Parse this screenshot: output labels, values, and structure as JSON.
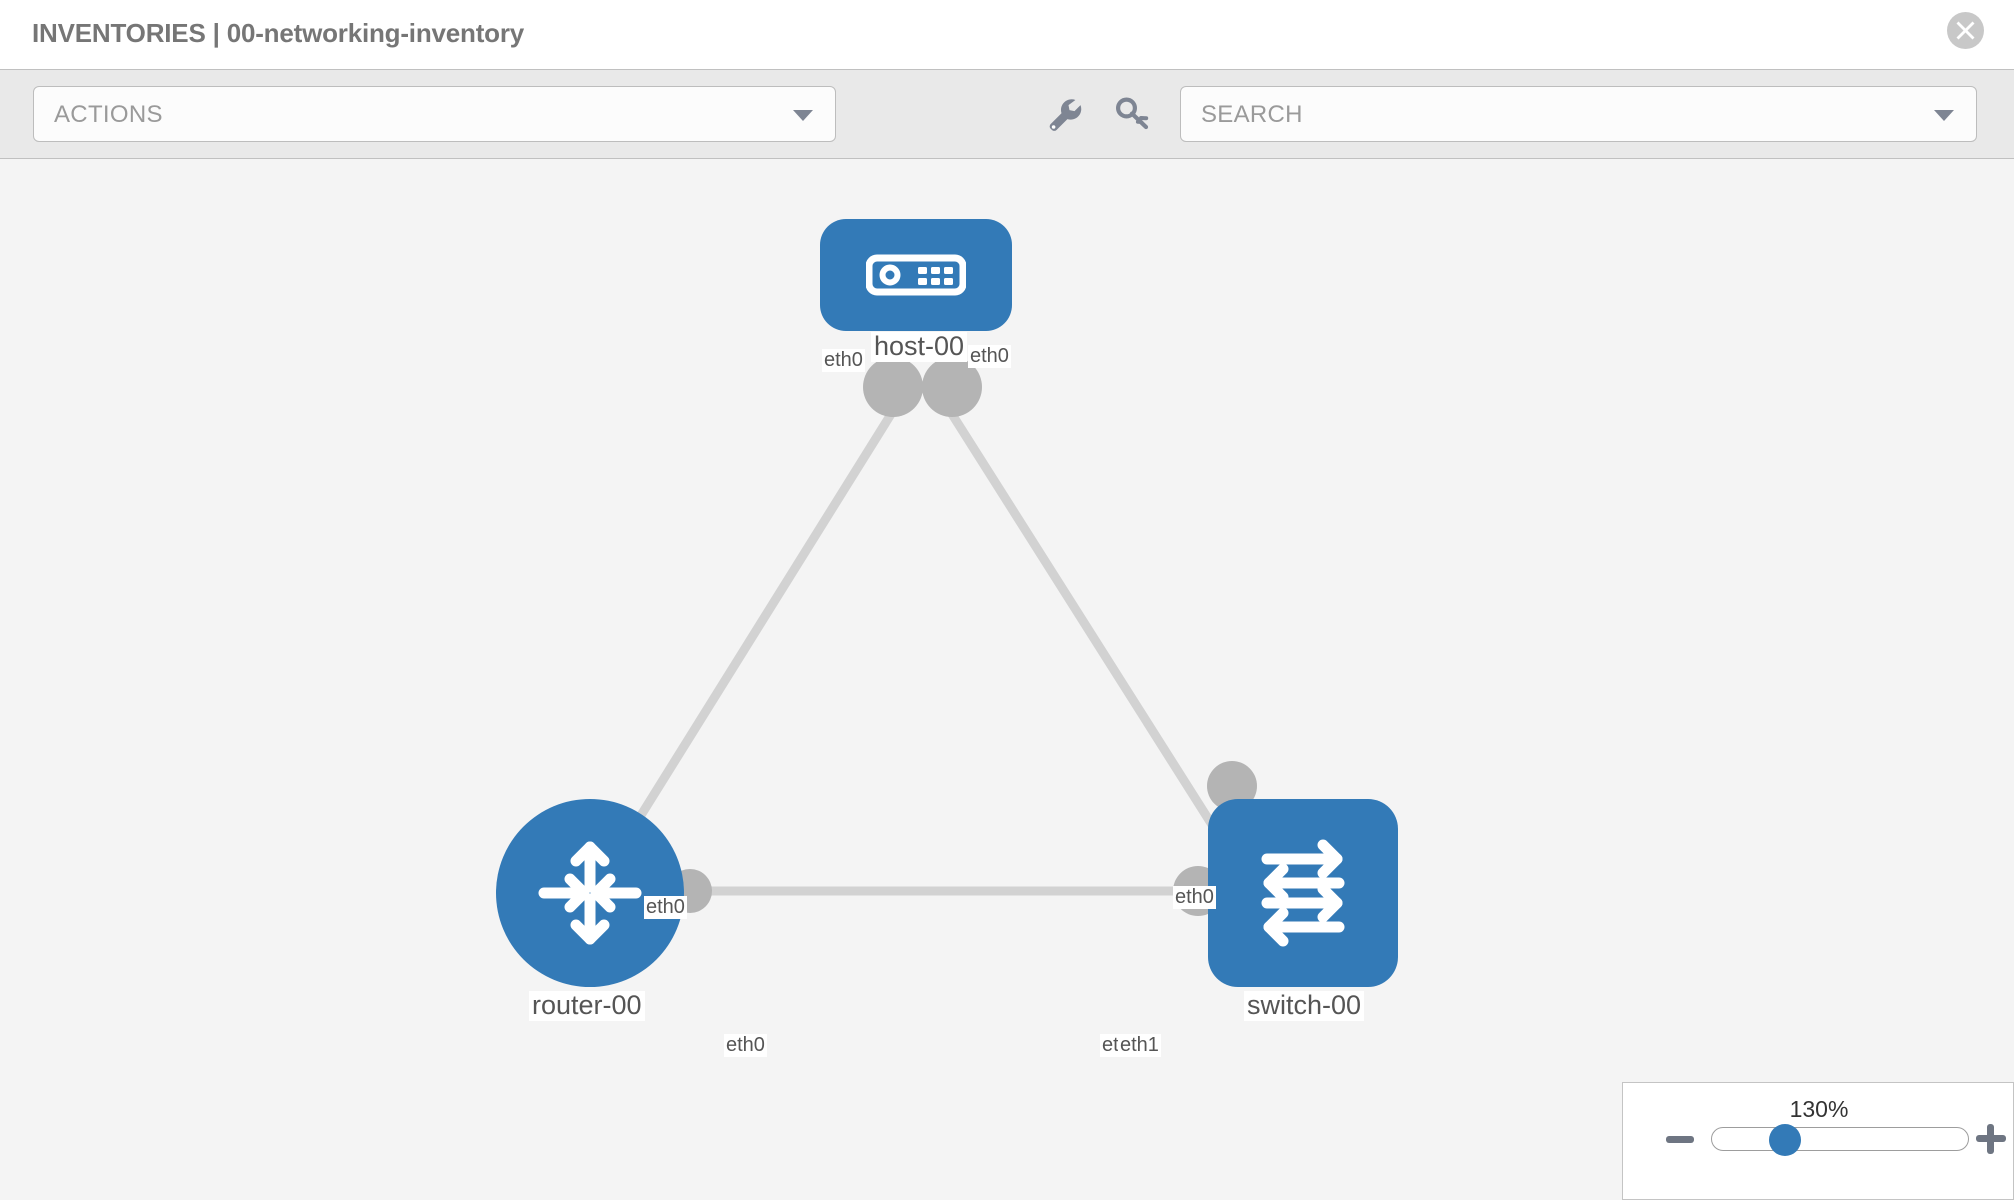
{
  "header": {
    "title": "INVENTORIES | 00-networking-inventory",
    "close_icon": "close-circle-icon"
  },
  "toolbar": {
    "actions_label": "ACTIONS",
    "actions_caret_icon": "chevron-down-icon",
    "wrench_icon": "wrench-icon",
    "key_icon": "key-icon",
    "search_placeholder": "SEARCH",
    "search_value": "SEARCH",
    "search_caret_icon": "chevron-down-icon"
  },
  "topology": {
    "nodes": [
      {
        "id": "host-00",
        "label": "host-00",
        "type": "host",
        "icon": "server-icon"
      },
      {
        "id": "router-00",
        "label": "router-00",
        "type": "router",
        "icon": "router-arrows-icon"
      },
      {
        "id": "switch-00",
        "label": "switch-00",
        "type": "switch",
        "icon": "switch-arrows-icon"
      }
    ],
    "links": [
      {
        "from": "host-00",
        "to": "router-00",
        "from_iface": "eth0",
        "to_iface": "eth0"
      },
      {
        "from": "host-00",
        "to": "switch-00",
        "from_iface": "eth0",
        "to_iface": "eth0"
      },
      {
        "from": "router-00",
        "to": "switch-00",
        "from_iface": "eth0",
        "to_iface": "eth1"
      }
    ],
    "iface_labels": {
      "host_left": "eth0",
      "host_right": "eth0",
      "router_up": "eth0",
      "router_right": "eth0",
      "switch_up": "eth0",
      "switch_left_hidden": "eth0",
      "switch_left": "eth1"
    }
  },
  "zoom": {
    "value_label": "130%",
    "minus_label": "−",
    "plus_label": "+"
  },
  "colors": {
    "node_blue": "#337ab7",
    "edge_gray": "#d2d2d2",
    "connector_gray": "#b4b4b4",
    "canvas_bg": "#f4f4f4",
    "toolbar_bg": "#e9e9e9",
    "text_gray": "#767676"
  }
}
